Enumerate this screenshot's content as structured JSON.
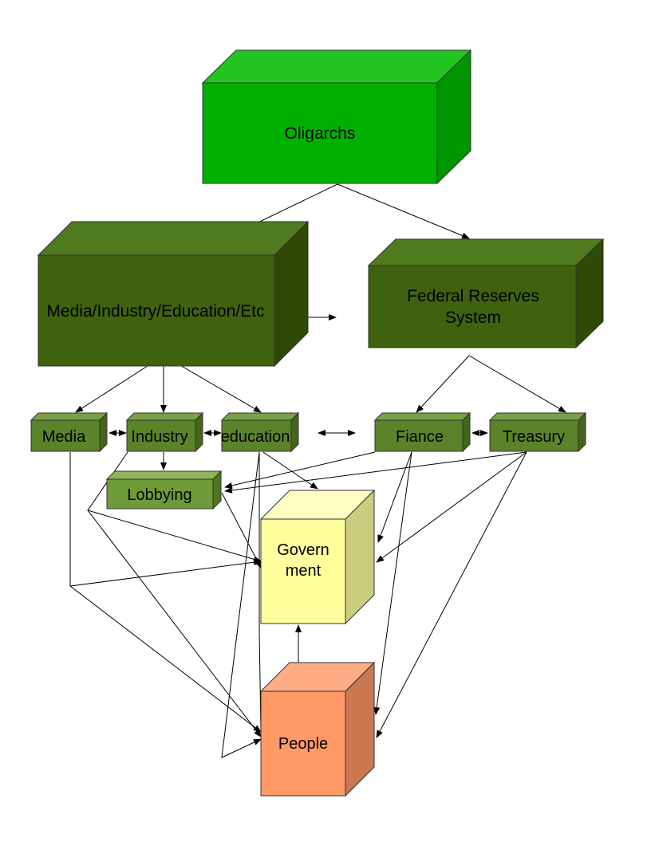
{
  "colors": {
    "oligarchs": "#00B000",
    "dark_green": "#3E620E",
    "mid_green": "#5B832A",
    "lobbying": "#6E9B38",
    "government": "#FFFF9E",
    "people": "#FF9966"
  },
  "nodes": {
    "oligarchs": "Oligarchs",
    "media_industry": "Media/Industry/Education/Etc",
    "federal_reserve_line1": "Federal Reserves",
    "federal_reserve_line2": "System",
    "media": "Media",
    "industry": "Industry",
    "education": "education",
    "finance": "Fiance",
    "treasury": "Treasury",
    "lobbying": "Lobbying",
    "government_line1": "Govern",
    "government_line2": "ment",
    "people": "People"
  }
}
